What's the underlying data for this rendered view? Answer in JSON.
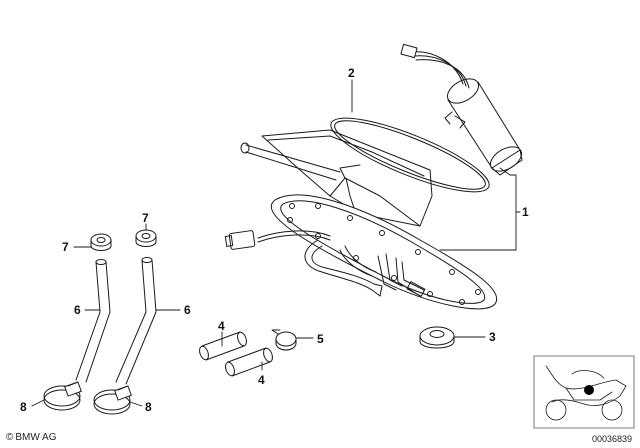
{
  "callouts": {
    "c1": "1",
    "c2": "2",
    "c3": "3",
    "c4a": "4",
    "c4b": "4",
    "c5": "5",
    "c6a": "6",
    "c6b": "6",
    "c7a": "7",
    "c7b": "7",
    "c8a": "8",
    "c8b": "8"
  },
  "footer": {
    "copyright_symbol": "©",
    "brand": "BMW AG",
    "drawing_number": "00036839"
  },
  "colors": {
    "line": "#1a1a1a",
    "locator_marker": "#000000"
  }
}
